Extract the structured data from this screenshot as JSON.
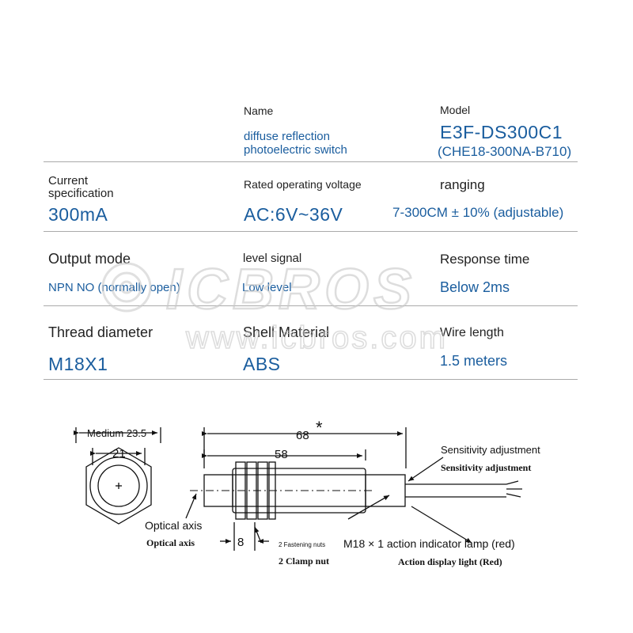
{
  "specs": {
    "name_label": "Name",
    "name_value_1": "diffuse reflection",
    "name_value_2": "photoelectric switch",
    "model_label": "Model",
    "model_value": "E3F-DS300C1",
    "model_sub": "(CHE18-300NA-B710)",
    "current_label_1": "Current",
    "current_label_2": "specification",
    "current_value": "300mA",
    "voltage_label": "Rated operating voltage",
    "voltage_value": "AC:6V~36V",
    "ranging_label": "ranging",
    "ranging_value": "7-300CM ± 10% (adjustable)",
    "output_label": "Output mode",
    "output_value": "NPN NO (normally open)",
    "level_label": "level signal",
    "level_value": "Low level",
    "response_label": "Response time",
    "response_value": "Below 2ms",
    "thread_label": "Thread diameter",
    "thread_value": "M18X1",
    "shell_label": "Shell Material",
    "shell_value": "ABS",
    "wire_label": "Wire length",
    "wire_value": "1.5 meters"
  },
  "watermark": {
    "brand": "ICBROS",
    "url": "www.icbros.com"
  },
  "diagram": {
    "medium": "Medium 23.5",
    "dim_21": "21",
    "dim_68": "68",
    "asterisk": "*",
    "dim_58": "58",
    "dim_8": "8",
    "sensitivity_1": "Sensitivity adjustment",
    "sensitivity_2": "Sensitivity adjustment",
    "optical_1": "Optical axis",
    "optical_2": "Optical axis",
    "nuts_1": "2 Fastening nuts",
    "nuts_2": "2 Clamp nut",
    "indicator_1": "M18 × 1 action indicator lamp (red)",
    "indicator_2": "Action display light (Red)"
  }
}
